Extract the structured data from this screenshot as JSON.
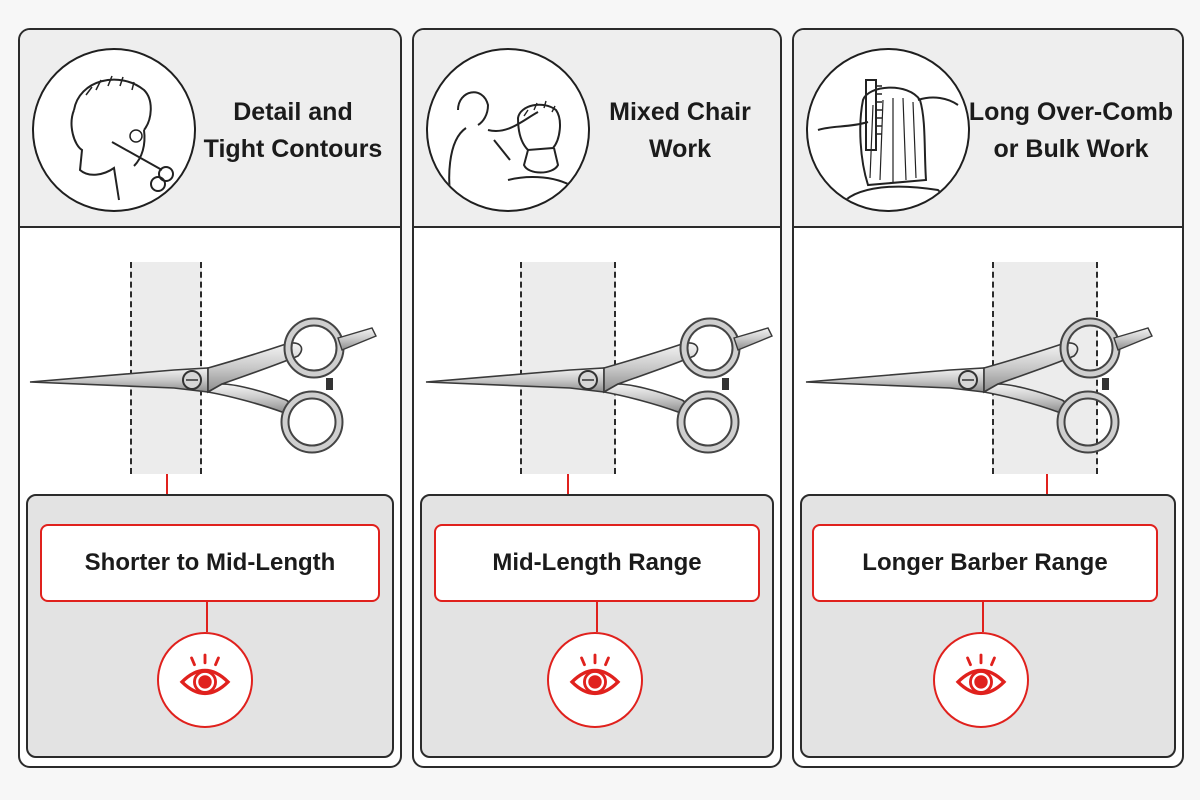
{
  "panels": [
    {
      "title": "Detail and\nTight Contours",
      "range_label": "Shorter to Mid-Length",
      "illustration_icon": "barber-profile-cut-icon",
      "status_icon": "eye-icon"
    },
    {
      "title": "Mixed Chair\nWork",
      "range_label": "Mid-Length Range",
      "illustration_icon": "barber-chair-cut-icon",
      "status_icon": "eye-icon"
    },
    {
      "title": "Long Over-Comb\nor Bulk Work",
      "range_label": "Longer Barber Range",
      "illustration_icon": "comb-over-cut-icon",
      "status_icon": "eye-icon"
    }
  ],
  "colors": {
    "accent_red": "#e0211d",
    "outline": "#2b2b2b",
    "header_bg": "#eeeeee",
    "lower_bg": "#e3e3e3",
    "band_bg": "#ececec"
  }
}
